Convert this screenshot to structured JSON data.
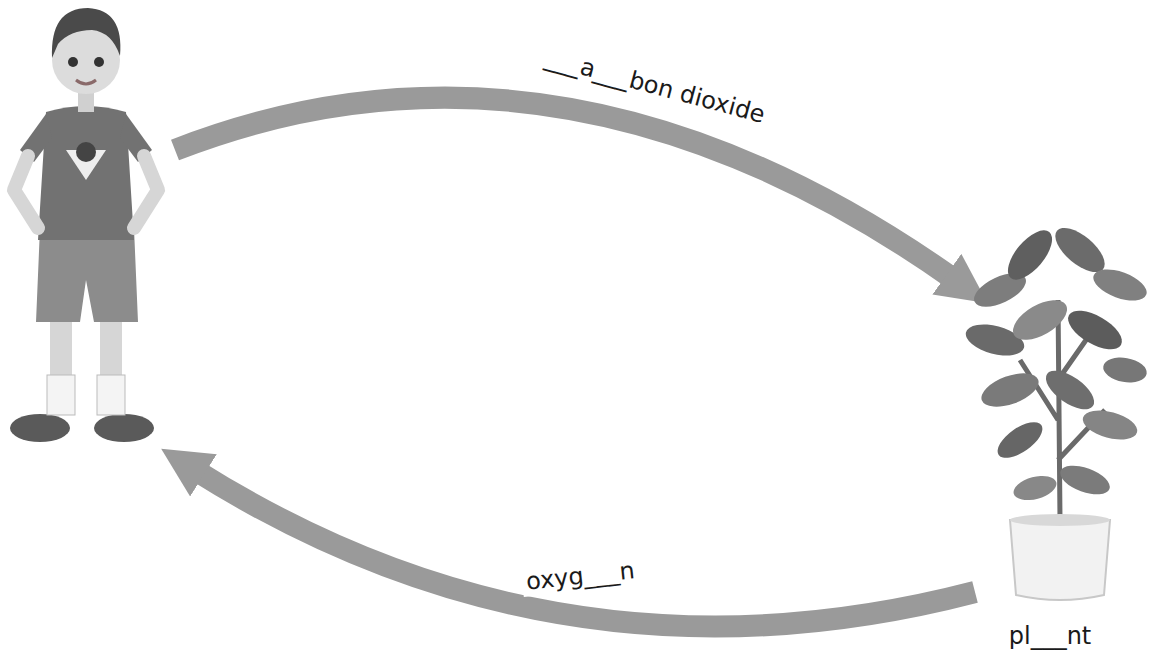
{
  "diagram": {
    "labels": [
      "___a___bon dioxide",
      "oxyg___n",
      "pl___nt"
    ]
  }
}
